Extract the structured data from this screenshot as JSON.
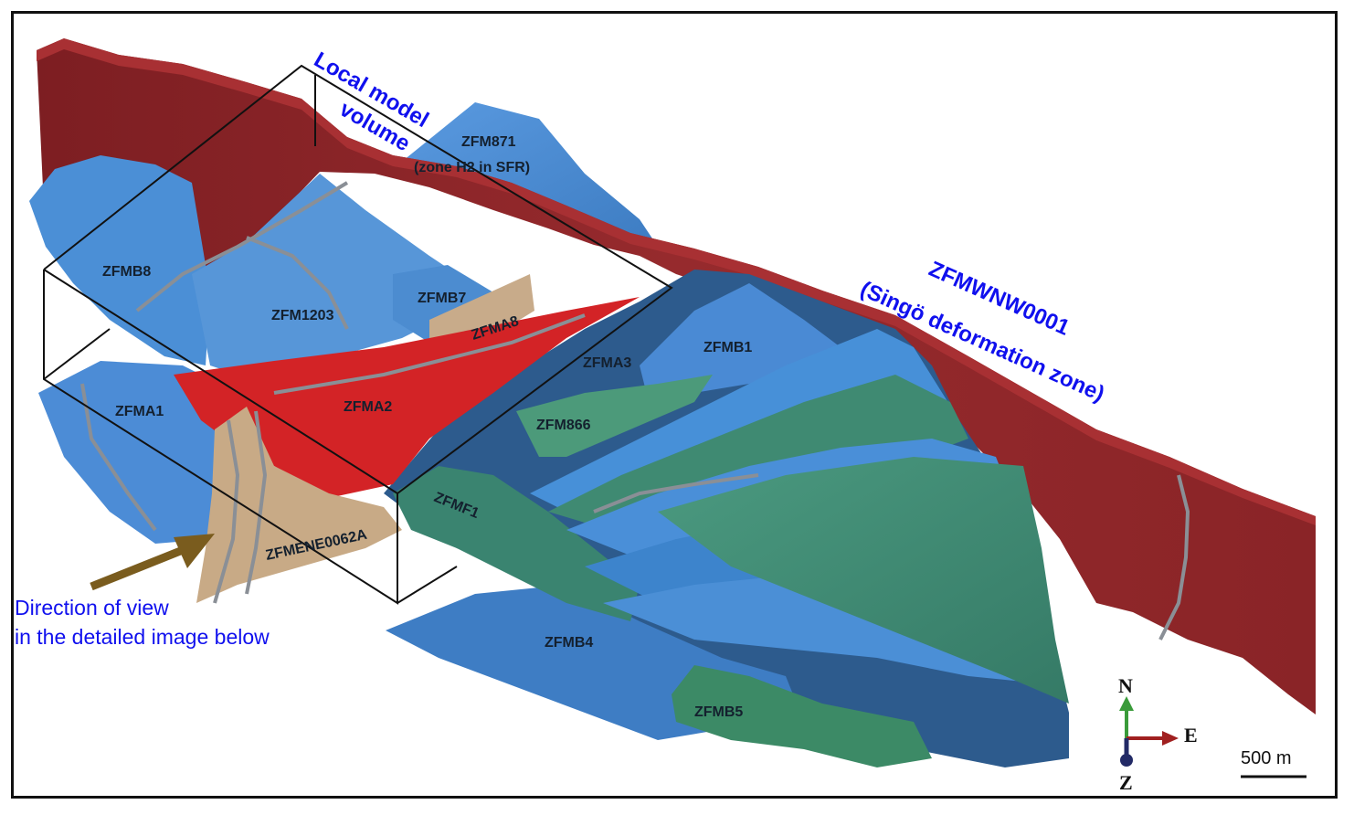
{
  "colors": {
    "singo_zone": "#8e2326",
    "singo_zone_top": "#b02c30",
    "light_blue": "#4b8fd6",
    "mid_blue": "#3a74b8",
    "dark_blue": "#2a527e",
    "green": "#3f8e74",
    "green_light": "#4e9a84",
    "red_zone": "#d31f22",
    "tan_zone": "#c9ab8a",
    "arrow": "#7a5c1e",
    "annotation_blue": "#1010ee"
  },
  "labels": {
    "local_model_1": "Local model",
    "local_model_2": "volume",
    "zfm871_1": "ZFM871",
    "zfm871_2": "(zone H2 in SFR)",
    "zfmb8": "ZFMB8",
    "zfm1203": "ZFM1203",
    "zfmb7": "ZFMB7",
    "zfma8": "ZFMA8",
    "zfma3": "ZFMA3",
    "zfmb1": "ZFMB1",
    "zfma1": "ZFMA1",
    "zfma2": "ZFMA2",
    "zfm866": "ZFM866",
    "zfmf1": "ZFMF1",
    "zfmene0062a": "ZFMENE0062A",
    "zfmb4": "ZFMB4",
    "zfmb5": "ZFMB5",
    "singo_1": "ZFMWNW0001",
    "singo_2": "(Singö deformation zone)",
    "direction_1": "Direction of view",
    "direction_2": "in the detailed image below"
  },
  "compass": {
    "north": "N",
    "east": "E",
    "down": "Z"
  },
  "scale_bar": {
    "label": "500 m"
  },
  "icons": {
    "north_arrow": "arrow-up-icon",
    "east_arrow": "arrow-right-icon",
    "down_marker": "dot-icon",
    "view_arrow": "view-direction-arrow-icon"
  }
}
